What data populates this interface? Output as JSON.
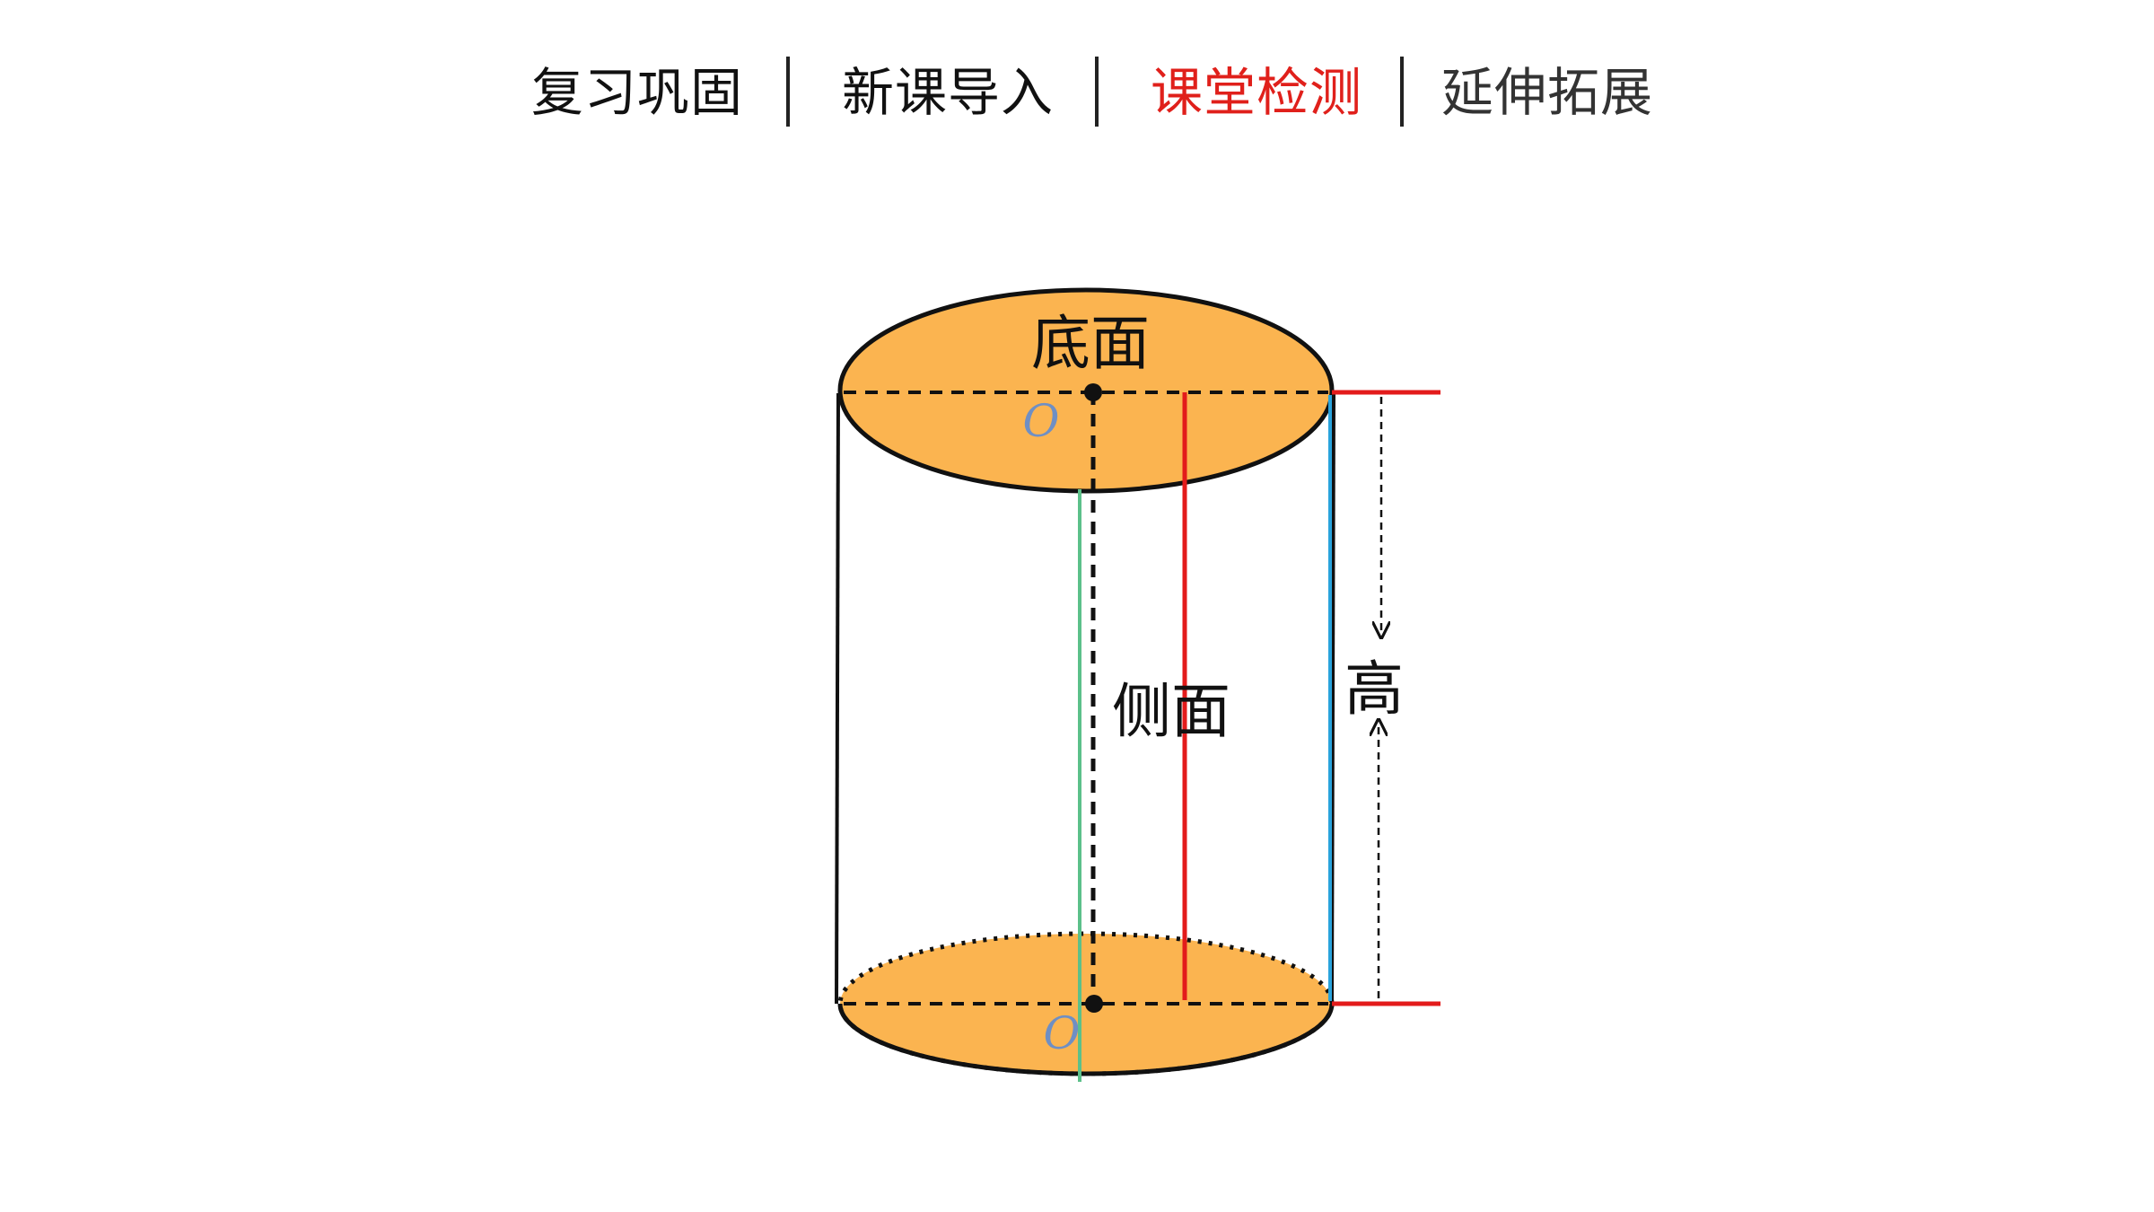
{
  "nav": {
    "items": [
      {
        "label": "复习巩固",
        "color": "#111111"
      },
      {
        "label": "新课导入",
        "color": "#111111"
      },
      {
        "label": "课堂检测",
        "color": "#e0201b"
      },
      {
        "label": "延伸拓展",
        "color": "#333333"
      }
    ],
    "active_color": "#e0201b"
  },
  "diagram": {
    "top_label": "底面",
    "side_label": "侧面",
    "height_label": "高",
    "center_top_label": "O",
    "center_bottom_label": "O",
    "colors": {
      "base_fill": "#FBB450",
      "outline": "#111111",
      "red_line": "#e31b1b",
      "blue_line": "#2aa3dc",
      "green_line": "#5cc08a",
      "center_label": "#6f8fc4"
    }
  }
}
